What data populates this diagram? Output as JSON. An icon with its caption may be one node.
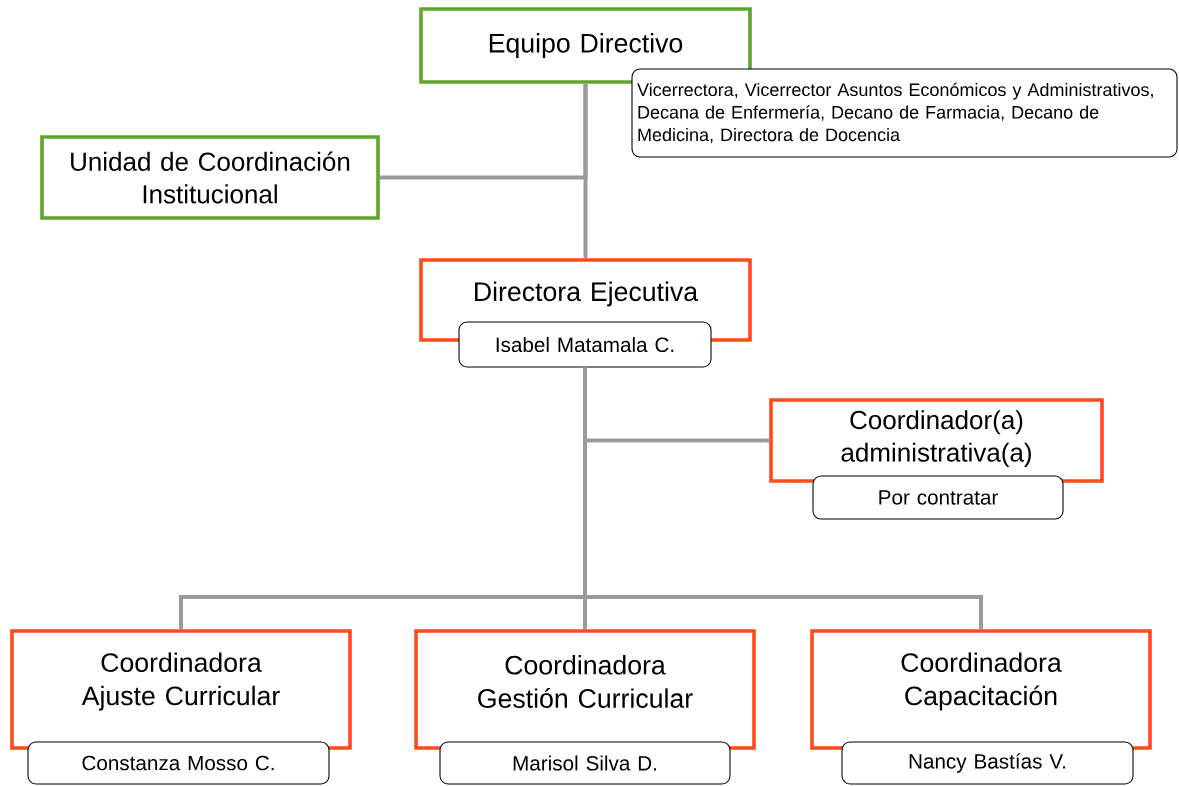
{
  "diagram": {
    "nodes": [
      {
        "text": [
          "Equipo Directivo"
        ]
      },
      {
        "text": [
          "Vicerrectora, Vicerrector Asuntos Económicos y Administrativos, Decana de Enfermería, Decano de Farmacia, Decano de Medicina, Directora de Docencia"
        ]
      },
      {
        "text": [
          "Unidad de Coordinación Institucional"
        ]
      },
      {
        "text": [
          "Directora Ejecutiva"
        ]
      },
      {
        "text": [
          "Isabel Matamala C."
        ]
      },
      {
        "text": [
          "Coordinador(a) administrativa(a)"
        ]
      },
      {
        "text": [
          "Por contratar"
        ]
      },
      {
        "text": [
          "Coordinadora Ajuste Curricular"
        ]
      },
      {
        "text": [
          "Constanza Mosso C."
        ]
      },
      {
        "text": [
          "Coordinadora Gestión Curricular"
        ]
      },
      {
        "text": [
          "Marisol Silva D."
        ]
      },
      {
        "text": [
          "Coordinadora Capacitación"
        ]
      },
      {
        "text": [
          "Nancy Bastías V."
        ]
      }
    ],
    "edges": [
      {
        "from": 0,
        "to": 2,
        "arrow": "none"
      },
      {
        "from": 0,
        "to": 3,
        "arrow": "none"
      },
      {
        "from": 4,
        "to": 5,
        "arrow": "none"
      },
      {
        "from": 4,
        "to": 7,
        "arrow": "none"
      },
      {
        "from": 4,
        "to": 9,
        "arrow": "none"
      },
      {
        "from": 4,
        "to": 11,
        "arrow": "none"
      }
    ]
  }
}
